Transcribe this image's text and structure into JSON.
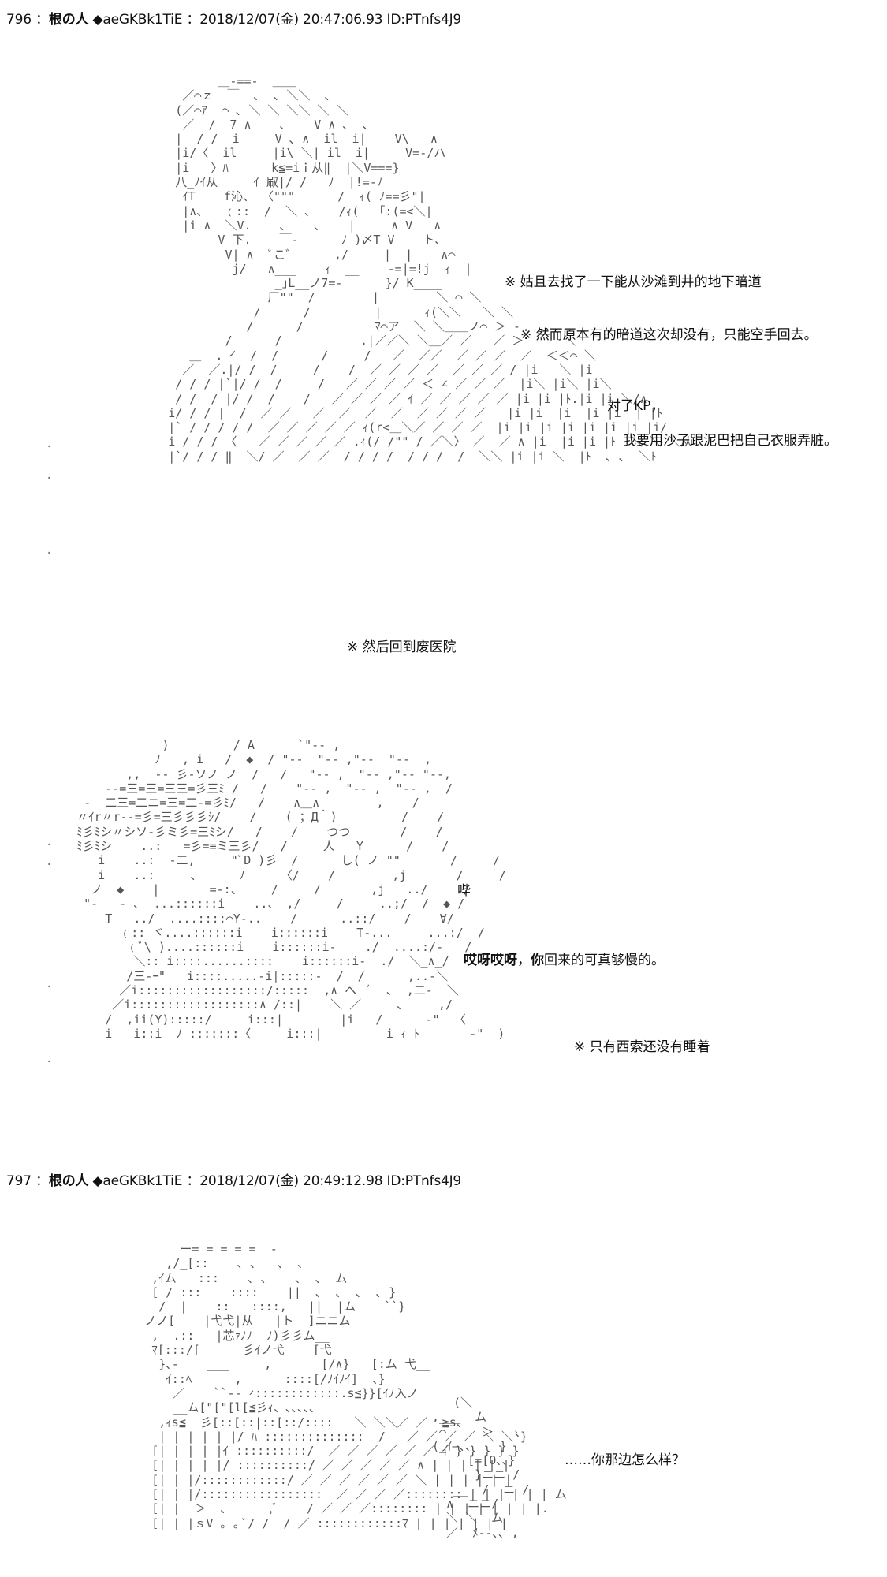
{
  "posts": [
    {
      "number": "796",
      "name": "根の人",
      "trip": "◆aeGKBk1TiE",
      "meta": "2018/12/07(金) 20:47:06.93 ID:PTnfs4J9"
    },
    {
      "number": "797",
      "name": "根の人",
      "trip": "◆aeGKBk1TiE",
      "meta": "2018/12/07(金) 20:49:12.98 ID:PTnfs4J9"
    }
  ],
  "post796": {
    "lines": [
      "※  姑且去找了一下能从沙滩到井的地下暗道",
      "※  然而原本有的暗道这次却没有，只能空手回去。",
      "对了KP，",
      "我要用沙子跟泥巴把自己衣服弄脏。",
      "※  然后回到废医院",
      "哔",
      "哎呀哎呀，你回来的可真够慢的。",
      "※  只有西索还没有睡着"
    ],
    "emphasis": [
      "哎呀哎呀",
      "你"
    ],
    "art1": [
      "              ＿-==-  ＿＿",
      "         ／⌒ｚ  ￣  ､  ､ ＼＼  ､",
      "        (／⌒ｱ  ⌒ ､ ＼ ＼ ＼＼ ＼ ＼",
      "         ／  /  7 ∧    ､    V ∧ ､  ､",
      "        |  / /  i     V ､ ∧  il  i|    V\\   ∧",
      "        |i/〈  il     |i\\ ＼| il  i|     V=-/ハ",
      "        |i   〉ﾊ      k≦=iｉ从‖  |＼V===}",
      "        八_ﾉｲ从     ｲ 㕞|/ /   ﾉ  |!=-ﾉ",
      "         ｲT    f沁、 〈\"\"\"      /  ｨ(_ﾉ==彡\"|",
      "         |∧､   ﹙::  /  ＼ ､    /ｨ(  「:(=<＼|",
      "         |i ∧  ＼V.    ､    ､    |     ∧ V   ∧",
      "              V 下.    ￣-      ﾉ )〆T V    ト､",
      "               V| ∧  ﾞこﾞ      ,/     |  |    ∧⌒",
      "                j/   ∧___    ｨ  __    -=|=!j  ｨ  |",
      "                      _｣L__ノ7=-      }/ K____",
      "                     厂\"\"  /        |__      ＼ ⌒ ＼",
      "                   /      /         |      ｨ(＼＼   ＼ ＼",
      "                  /      /          ﾏ⌒ア  ＼ ＼＿＿ノ⌒ ＞ - ",
      "               /      /           .|／／＼ ＼＿／ ／   ／ ＞  ￣  ＼",
      "          ＿  . ｲ  /  /      /     /   ／  ／／  ／ ／ ／  ／  ＜＜⌒ ＼",
      "         ／  ／.|/ /  /     /    /  ／ ／ ／ ／  ／ ／ ／ / |i   ＼ |i",
      "        / / / |`|/ /  /     /   ／ ／ ／ ／ ＜ ∠ ／ ／ ／  |i＼ |i＼ |i＼",
      "        / /  / |/ /  /    /   ／ ／ ／ ／ ｲ ／ ／ ／ ／ ／ |i |i |ﾄ.|i |i ＼/∧",
      "       i/ / / |  /  ／ ／   ／  ／  ／  ／  ／ ／ ／ ／   |i |i  |i  |i |i  | |ﾄ",
      "       |` / / / / /  ／ ／ ／ ／ ／ ｨ(r<＿＼／ ／ ／ ／  |i |i |i |i |i |i |i |i/",
      "       i / / / 〈   ／ ／ ／ ／ ／ .ｨ(/ /\"\" / ／＼〉 ／  ／ ∧ |i  |i |i |ﾄ  ＼ ＼ ＼从",
      "       |`/ / / ‖  ＼/ ／  ／ ／  / / / /  / / /  /  ＼＼ |i |i ＼  |ﾄ  ､ ､  ＼ﾄ"
    ],
    "art2": [
      "               )         / A      `\"-- ,",
      "              ﾉ   , i   /  ◆  / \"--  \"-- ,\"--  \"--  ,",
      "          ,,  -- 彡-ソノ ノ  /   /   \"-- ,  \"-- ,\"-- \"--,",
      "       -‐=三=三=三三=彡三ﾐ /   /    \"-- ,  \"-- ,  \"-- ,  /",
      "    -  二三=二ニ=三=二-=彡ﾐ/   /    ∧＿∧        ,    /",
      "   〃ｲr〃r--=彡=三彡彡彡ｼ/    /    ( ；Д｀)         /    /",
      "   ﾐ彡ﾐシ〃シソ-彡ミ彡=三ﾐシ/   /    /    つつ       /    /",
      "   ﾐ彡ﾐシ    ..:   =彡=≡ミ三彡/   /     人   Y      /    /",
      "      i    ..:  -二,     \"ﾞD )彡  /      し(_ノ \"\"       /     /",
      "      i    ..:     ､      ﾉ     〈/    /        ,j       /     /",
      "     ノ  ◆    |       =-:、    /     /       ,j   ../     /",
      "    \"-   - ､  ...::::::i    ..、 ,/     /     ..;/  /  ◆ /",
      "       T   ../  ....::::⌒Y-..    /      ..::/    /    ∀/",
      "         ﹙:: ヾ....::::::i    i::::::i    T-...     ...:/  /",
      "          ﹙ﾞ\\ )....::::::i    i::::::i-    ./  ....:/-   /",
      "           ＼:: i::::......::::    i::::::i-  ./  ＼_∧_/",
      "          /三-ｰ\"   i::::.....-i|:::::-  /  /      ,..-＼",
      "         ／i::::::::::::::::::/:::::  ,∧ へ  ﾞ  ､  ,二-  ＼",
      "        ／i::::::::::::::::::∧ /::|    ＼ ／     ､     ,/",
      "       /  ,ii(Y):::::/     i:::|        |i   /      -\"  〈",
      "       i   i::i  ﾉ :::::::〈     i:::|         i ｨ ﾄ       -\"  )"
    ]
  },
  "post797": {
    "lines": [
      "……你那边怎么样？"
    ],
    "art3": [
      "            ー= = = = =  -",
      "          ,/_[::    ､ ､   ､  ､",
      "        ,ｲム   :::    ､ ､    ､  ､  ム",
      "        [ / :::    ::::    ||  ､  ､  ､  ､ }",
      "         /  |    ::   ::::,   ||  |ム    ``}",
      "       ノノ[    |弋弋|从   |ト  ]ニニム  ",
      "        ,  .::   |芯ｧﾉﾉ  ﾉ)彡彡ム__",
      "        ﾏ[:::/[      彡ｲノ弋    [弋",
      "         }､-    ___     ,       [/∧}   [:ム 弋__",
      "          ｲ::ﾍ      ,      ::::[/ﾉｲﾉｲ]  、}",
      "           ／    ``-- ｨ::::::::::::.s≦}}[ｲﾉ入ノ",
      "           __ム[\"[\"[l[≦彡ｨ、､､､､､",
      "         ,ｨs≦  彡[::[::|::[::/::::   ＼ ＼＼／ ／  ≧s、",
      "         | | | | | |/ ﾊ ::::::::::::::  /   ／ ／ ／ ／ ＼ ＼`}",
      "        [| | | | |ｲ ::::::::::/  ／ ／ ／ ／ ／ ／ ｲ } } } } }",
      "        [| | | | |/ ::::::::::/ ／ ／ ／ ／ ／ ∧ | | | | | |",
      "        [| | |/::::::::::::/ ／ ／ ／ ／ ／ ／ ＼ | | | | | |",
      "        [| | |/:::::::::::::::::  ／ ／ ／ ／:::::::: | | | | | | ム",
      "        [| |  ＞  ､      ,ﾞ    / ／ ／ ／:::::::: | | | | | | | |.",
      "        [| | |ｓV ｡ ｡ ﾞ/ /  / ／ ::::::::::::ﾏ | | | | | | |"
    ],
    "art4": [
      "   (＼",
      ",___  ム",
      " ⌒     ＞   ､",
      "(_ｲ—､､    }",
      "     [=[O､､}",
      "      }ニニ /",
      "   __  /  ニ /",
      "  ∧  ニニ/",
      "  ＼ ＼  ム",
      "  ／  ﾒ--､､ ,"
    ]
  }
}
